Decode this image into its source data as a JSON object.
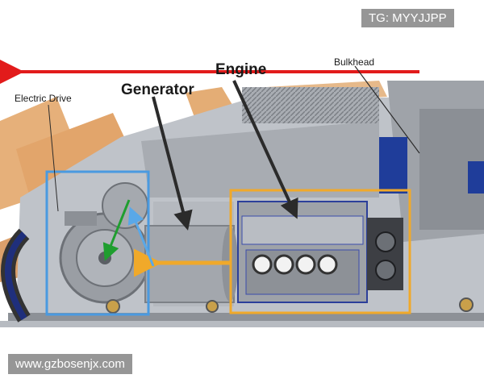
{
  "labels": {
    "electric_drive": "Electric Drive",
    "generator": "Generator",
    "engine": "Engine",
    "bulkhead": "Bulkhead"
  },
  "watermarks": {
    "top_right": "TG: MYYJJPP",
    "bottom_left": "www.gzbosenjx.com"
  },
  "colors": {
    "arrow_red": "#e21b1b",
    "box_blue": "#4a9ae0",
    "box_orange": "#f0a92a",
    "arrow_green": "#1f9e2f",
    "arrow_lightblue": "#5aa8e8",
    "callout_dark": "#2b2b2b"
  }
}
